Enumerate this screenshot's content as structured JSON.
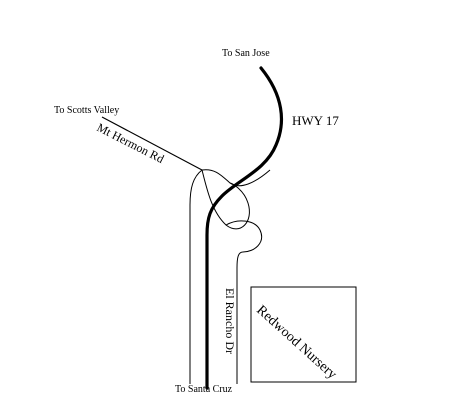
{
  "labels": {
    "to_san_jose": "To San Jose",
    "hwy17": "HWY 17",
    "to_scotts_valley": "To Scotts Valley",
    "mt_hermon_rd": "Mt Hermon Rd",
    "el_rancho_dr": "El Rancho Dr",
    "redwood_nursery": "Redwood Nursery",
    "to_santa_cruz": "To Santa Cruz"
  },
  "colors": {
    "ink": "#000000",
    "background": "#ffffff"
  }
}
